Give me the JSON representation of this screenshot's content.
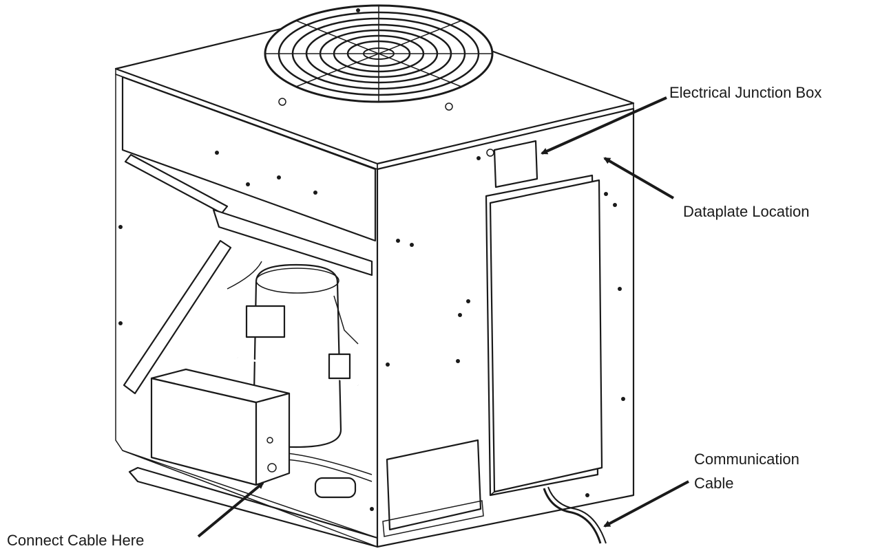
{
  "figure": {
    "labels": {
      "junction_box": "Electrical Junction Box",
      "dataplate": "Dataplate Location",
      "comm_cable_line1": "Communication",
      "comm_cable_line2": "Cable",
      "connect_here": "Connect Cable Here"
    },
    "icons": [
      "condenser-unit-drawing",
      "fan-grille-icon",
      "arrow-icon"
    ],
    "colors": {
      "ink": "#1a1a1a",
      "background": "#ffffff"
    }
  }
}
